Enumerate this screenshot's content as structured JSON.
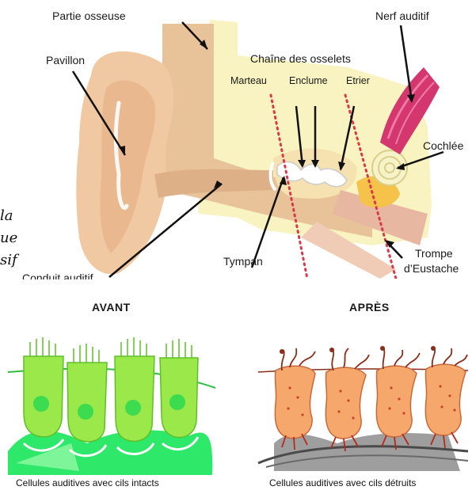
{
  "ear_labels": {
    "partie_osseuse": "Partie osseuse",
    "nerf_auditif": "Nerf auditif",
    "pavillon": "Pavillon",
    "chaine_osselets": "Chaîne des osselets",
    "marteau": "Marteau",
    "enclume": "Enclume",
    "etrier": "Etrier",
    "cochlee": "Cochlée",
    "tympan": "Tympan",
    "trompe_line1": "Trompe",
    "trompe_line2": "d’Eustache",
    "conduit": "Conduit auditif"
  },
  "side_text": [
    "la",
    "ue",
    "sif"
  ],
  "cells": {
    "before_title": "AVANT",
    "after_title": "APRÈS",
    "before_caption": "Cellules auditives avec cils intacts",
    "after_caption": "Cellules auditives avec cils détruits"
  },
  "colors": {
    "skin": "#f0d3b2",
    "bone": "#f8f3c0",
    "nerve": "#d4366e",
    "healthy_cell": "#9be84a",
    "damaged_cell": "#f5a76c"
  }
}
